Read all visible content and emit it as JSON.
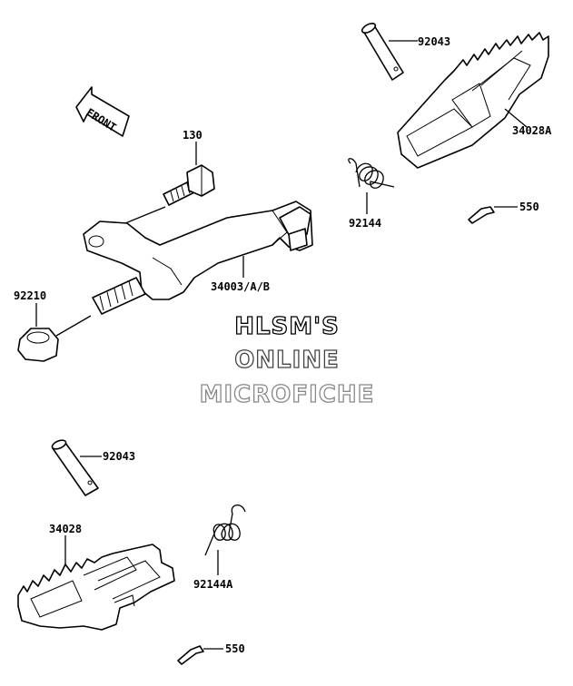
{
  "direction_arrow": {
    "label": "FRONT"
  },
  "parts": [
    {
      "id": "pin_top",
      "label": "92043"
    },
    {
      "id": "footpeg_right",
      "label": "34028A"
    },
    {
      "id": "bolt",
      "label": "130"
    },
    {
      "id": "spring_top",
      "label": "92144"
    },
    {
      "id": "cotter_top",
      "label": "550"
    },
    {
      "id": "bracket",
      "label": "34003/A/B"
    },
    {
      "id": "nut",
      "label": "92210"
    },
    {
      "id": "pin_bottom",
      "label": "92043"
    },
    {
      "id": "footpeg_left",
      "label": "34028"
    },
    {
      "id": "spring_bottom",
      "label": "92144A"
    },
    {
      "id": "cotter_bottom",
      "label": "550"
    }
  ],
  "watermark": {
    "line1": "HLSM'S",
    "line2": "ONLINE",
    "line3": "MICROFICHE",
    "colors": [
      "#000000",
      "#444444",
      "#888888"
    ]
  }
}
